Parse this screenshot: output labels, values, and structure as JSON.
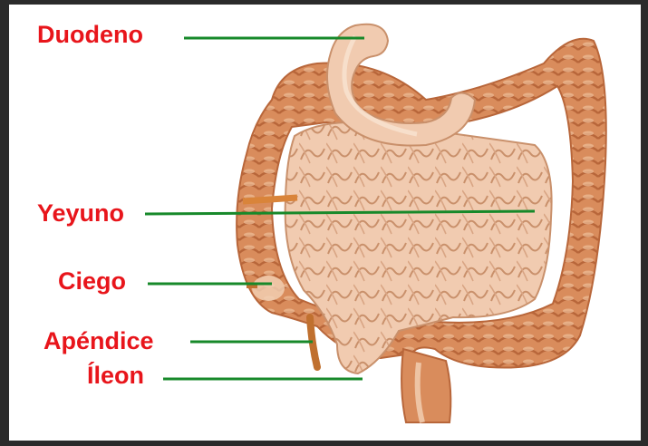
{
  "colors": {
    "label": "#e8151b",
    "leader": "#17892a",
    "colon": "#d98c5c",
    "colon_dark": "#b8663a",
    "small_intestine": "#f1cbb0",
    "small_intestine_edge": "#c9906b",
    "appendix": "#c0702f"
  },
  "labels": [
    {
      "id": "duodeno",
      "text": "Duodeno"
    },
    {
      "id": "yeyuno",
      "text": "Yeyuno"
    },
    {
      "id": "ciego",
      "text": "Ciego"
    },
    {
      "id": "apendice",
      "text": "Apéndice"
    },
    {
      "id": "ileon",
      "text": "Íleon"
    }
  ]
}
